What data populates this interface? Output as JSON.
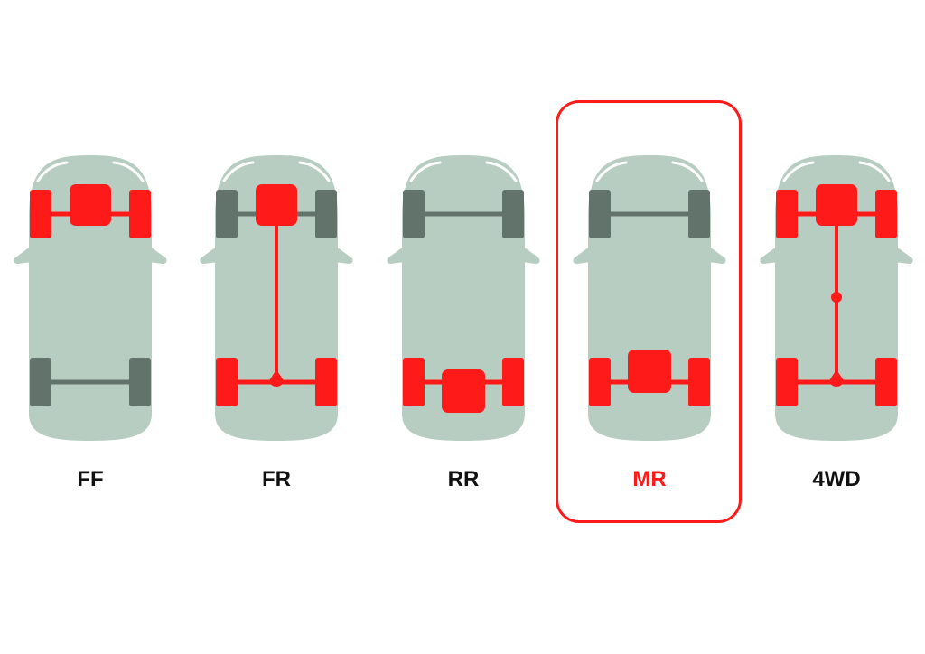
{
  "colors": {
    "body": "#b7cdc2",
    "window_highlight": "#ffffff",
    "driven": "#ff1a1a",
    "undriven": "#62736b",
    "label": "#111111",
    "selected_label": "#ff1a1a"
  },
  "layouts": [
    {
      "label": "FF",
      "engine": "front",
      "front_driven": true,
      "rear_driven": false,
      "shaft": "none",
      "selected": false
    },
    {
      "label": "FR",
      "engine": "front",
      "front_driven": false,
      "rear_driven": true,
      "shaft": "front-rear",
      "selected": false
    },
    {
      "label": "RR",
      "engine": "rear",
      "front_driven": false,
      "rear_driven": true,
      "shaft": "none",
      "selected": false
    },
    {
      "label": "MR",
      "engine": "mid",
      "front_driven": false,
      "rear_driven": true,
      "shaft": "none",
      "selected": true
    },
    {
      "label": "4WD",
      "engine": "front",
      "front_driven": true,
      "rear_driven": true,
      "shaft": "front-rear-center",
      "selected": false
    }
  ]
}
